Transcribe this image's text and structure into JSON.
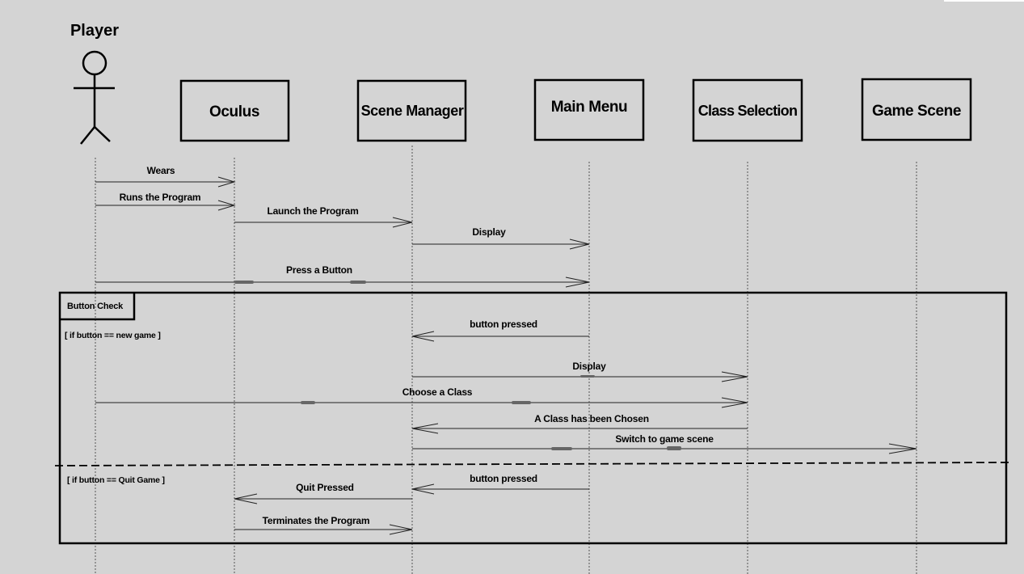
{
  "actor": {
    "name": "Player"
  },
  "objects": [
    {
      "id": "oculus",
      "label": "Oculus"
    },
    {
      "id": "scene_manager",
      "label": "Scene Manager"
    },
    {
      "id": "main_menu",
      "label": "Main Menu"
    },
    {
      "id": "class_selection",
      "label": "Class Selection"
    },
    {
      "id": "game_scene",
      "label": "Game Scene"
    }
  ],
  "messages": [
    {
      "label": "Wears",
      "from": "player",
      "to": "oculus"
    },
    {
      "label": "Runs the Program",
      "from": "player",
      "to": "oculus"
    },
    {
      "label": "Launch the Program",
      "from": "oculus",
      "to": "scene_manager"
    },
    {
      "label": "Display",
      "from": "scene_manager",
      "to": "main_menu"
    },
    {
      "label": "Press a Button",
      "from": "player",
      "to": "main_menu"
    },
    {
      "label": "button pressed",
      "from": "main_menu",
      "to": "scene_manager"
    },
    {
      "label": "Display",
      "from": "scene_manager",
      "to": "class_selection"
    },
    {
      "label": "Choose a Class",
      "from": "player",
      "to": "class_selection"
    },
    {
      "label": "A Class has been Chosen",
      "from": "class_selection",
      "to": "scene_manager"
    },
    {
      "label": "Switch to game scene",
      "from": "scene_manager",
      "to": "game_scene"
    },
    {
      "label": "button pressed",
      "from": "main_menu",
      "to": "scene_manager"
    },
    {
      "label": "Quit Pressed",
      "from": "scene_manager",
      "to": "oculus"
    },
    {
      "label": "Terminates the Program",
      "from": "oculus",
      "to": "scene_manager"
    }
  ],
  "fragment": {
    "label": "Button Check",
    "guards": [
      "[ if button == new game ]",
      "[ if button == Quit Game ]"
    ]
  }
}
